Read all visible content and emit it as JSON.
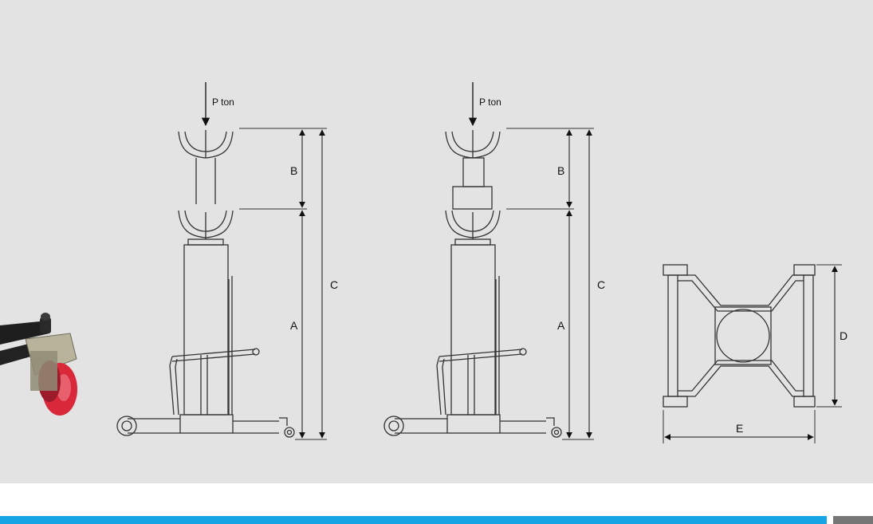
{
  "diagram": {
    "load_label": "P ton",
    "dims": {
      "A": "A",
      "B": "B",
      "C": "C",
      "D": "D",
      "E": "E"
    }
  },
  "colors": {
    "panel_bg": "#e3e3e3",
    "line": "#333333",
    "footer_bar": "#17a6e5",
    "footer_end": "#777777",
    "wheel_red": "#d8283a"
  },
  "icons": [
    "caster-wheel-photo",
    "jack-side-view",
    "jack-top-view"
  ]
}
